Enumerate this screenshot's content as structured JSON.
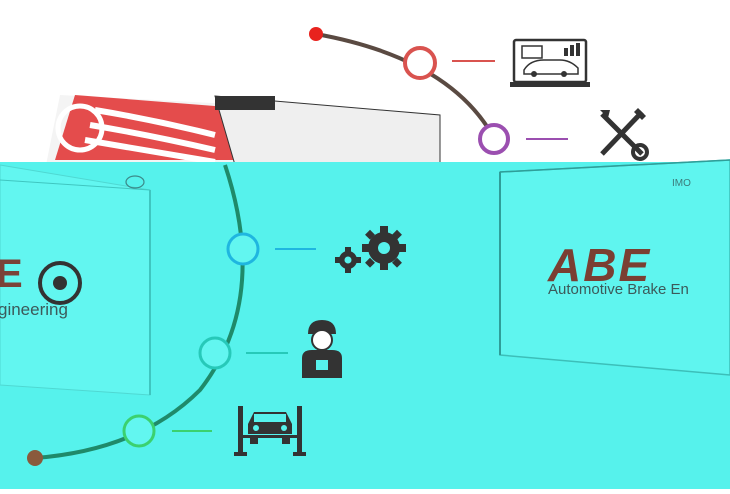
{
  "brand": {
    "left_logo": "E",
    "left_tagline": "gineering",
    "right_logo": "ABE",
    "right_tagline": "Automotive Brake En"
  },
  "timeline": {
    "nodes": [
      {
        "name": "diagnostics",
        "icon": "laptop-car-diagnostics-icon",
        "color": "#d9534f"
      },
      {
        "name": "tools",
        "icon": "wrench-screwdriver-icon",
        "color": "#9b4fb0"
      },
      {
        "name": "engineering",
        "icon": "gears-icon",
        "color": "#1fb6e0"
      },
      {
        "name": "mechanic",
        "icon": "mechanic-icon",
        "color": "#27c9b9"
      },
      {
        "name": "car-lift",
        "icon": "car-lift-icon",
        "color": "#3bd16f"
      }
    ],
    "start_color": "#e8231e",
    "end_color": "#8a5a3c",
    "line_color": "#1f8a6a"
  }
}
